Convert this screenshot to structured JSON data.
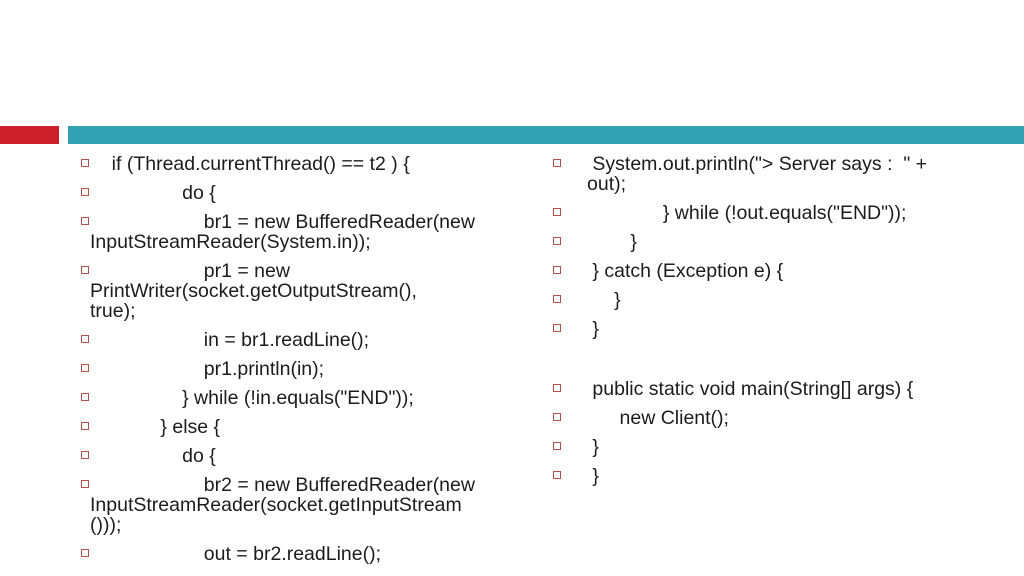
{
  "slide": {
    "colors": {
      "red_accent": "#ce202c",
      "teal_accent": "#31a1b3",
      "bullet_border": "#b5504b",
      "text": "#1c1c1c",
      "background": "#ffffff"
    },
    "left_column": {
      "items": [
        [
          "    if (Thread.currentThread() == t2 ) {"
        ],
        [
          "                 do {"
        ],
        [
          "                     br1 = new BufferedReader(new",
          "InputStreamReader(System.in));"
        ],
        [
          "                     pr1 = new",
          "PrintWriter(socket.getOutputStream(),",
          "true);"
        ],
        [
          "                     in = br1.readLine();"
        ],
        [
          "                     pr1.println(in);"
        ],
        [
          "                 } while (!in.equals(\"END\"));"
        ],
        [
          "             } else {"
        ],
        [
          "                 do {"
        ],
        [
          "                     br2 = new BufferedReader(new",
          "InputStreamReader(socket.getInputStream",
          "()));"
        ],
        [
          "                     out = br2.readLine();"
        ]
      ]
    },
    "right_column": {
      "items": [
        [
          " System.out.println(\"> Server says :  \" +",
          "out);"
        ],
        [
          "              } while (!out.equals(\"END\"));"
        ],
        [
          "        }"
        ],
        [
          " } catch (Exception e) {"
        ],
        [
          "     }"
        ],
        [
          " }"
        ],
        [],
        [
          " public static void main(String[] args) {"
        ],
        [
          "      new Client();"
        ],
        [
          " }"
        ],
        [
          " }"
        ]
      ]
    }
  }
}
